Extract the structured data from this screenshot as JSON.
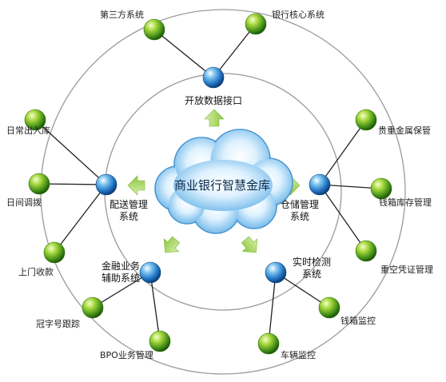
{
  "center": {
    "title": "商业银行智慧金库"
  },
  "hubs": {
    "top": {
      "label": "开放数据接口"
    },
    "left": {
      "line1": "配送管理",
      "line2": "系统"
    },
    "right": {
      "line1": "仓储管理",
      "line2": "系统"
    },
    "bottom_left": {
      "line1": "金融业务",
      "line2": "辅助系统"
    },
    "bottom_right": {
      "line1": "实时检测",
      "line2": "系统"
    }
  },
  "nodes": {
    "third_party": "第三方系统",
    "bank_core": "银行核心系统",
    "daily_in_out": "日常出入库",
    "daily_transfer": "日间调拨",
    "door_collection": "上门收款",
    "precious_metal": "贵重金属保管",
    "cashbox_stock": "钱箱库存管理",
    "voucher": "重空凭证管理",
    "serial_tracking": "冠字号跟踪",
    "bpo": "BPO业务管理",
    "cashbox_monitor": "钱箱监控",
    "vehicle_monitor": "车辆监控"
  }
}
